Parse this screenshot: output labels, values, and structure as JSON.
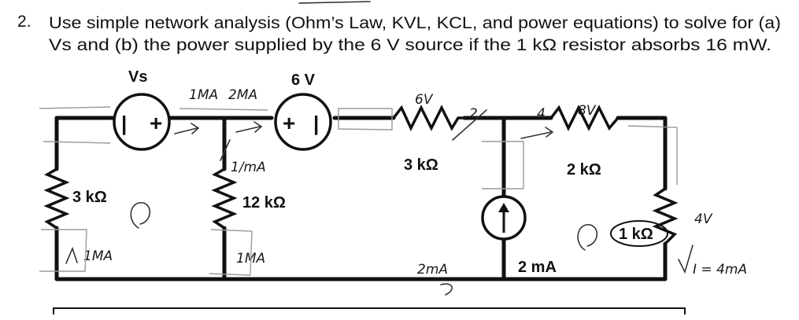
{
  "problem": {
    "number": "2.",
    "line1": "Use simple network analysis (Ohm’s Law, KVL, KCL, and power equations) to solve for (a)",
    "line2": "Vs and (b) the power supplied by the 6 V source if the 1 kΩ resistor absorbs 16 mW."
  },
  "circuit": {
    "vs_label": "Vs",
    "v6_label": "6 V",
    "src_left_minus": "|",
    "src_left_plus": "+",
    "src_right_plus": "+",
    "src_right_minus": "|",
    "r_left": "3 kΩ",
    "r_mid": "12 kΩ",
    "r_top": "3 kΩ",
    "r_right_top": "2 kΩ",
    "r_right": "1 kΩ",
    "cs_label": "2 mA"
  },
  "notes": {
    "n_1ma_top": "1MA",
    "n_2ma_top": "2MA",
    "n_1ma_branch": "1/mA",
    "n_6v": "6V",
    "n_2": "2",
    "n_4": "4",
    "n_8v": "8V",
    "n_1ma_left": "1MA",
    "n_1ma_mid": "1MA",
    "n_2ma_bottom": "2mA",
    "n_4v": "4V",
    "n_current": "I = 4mA"
  }
}
